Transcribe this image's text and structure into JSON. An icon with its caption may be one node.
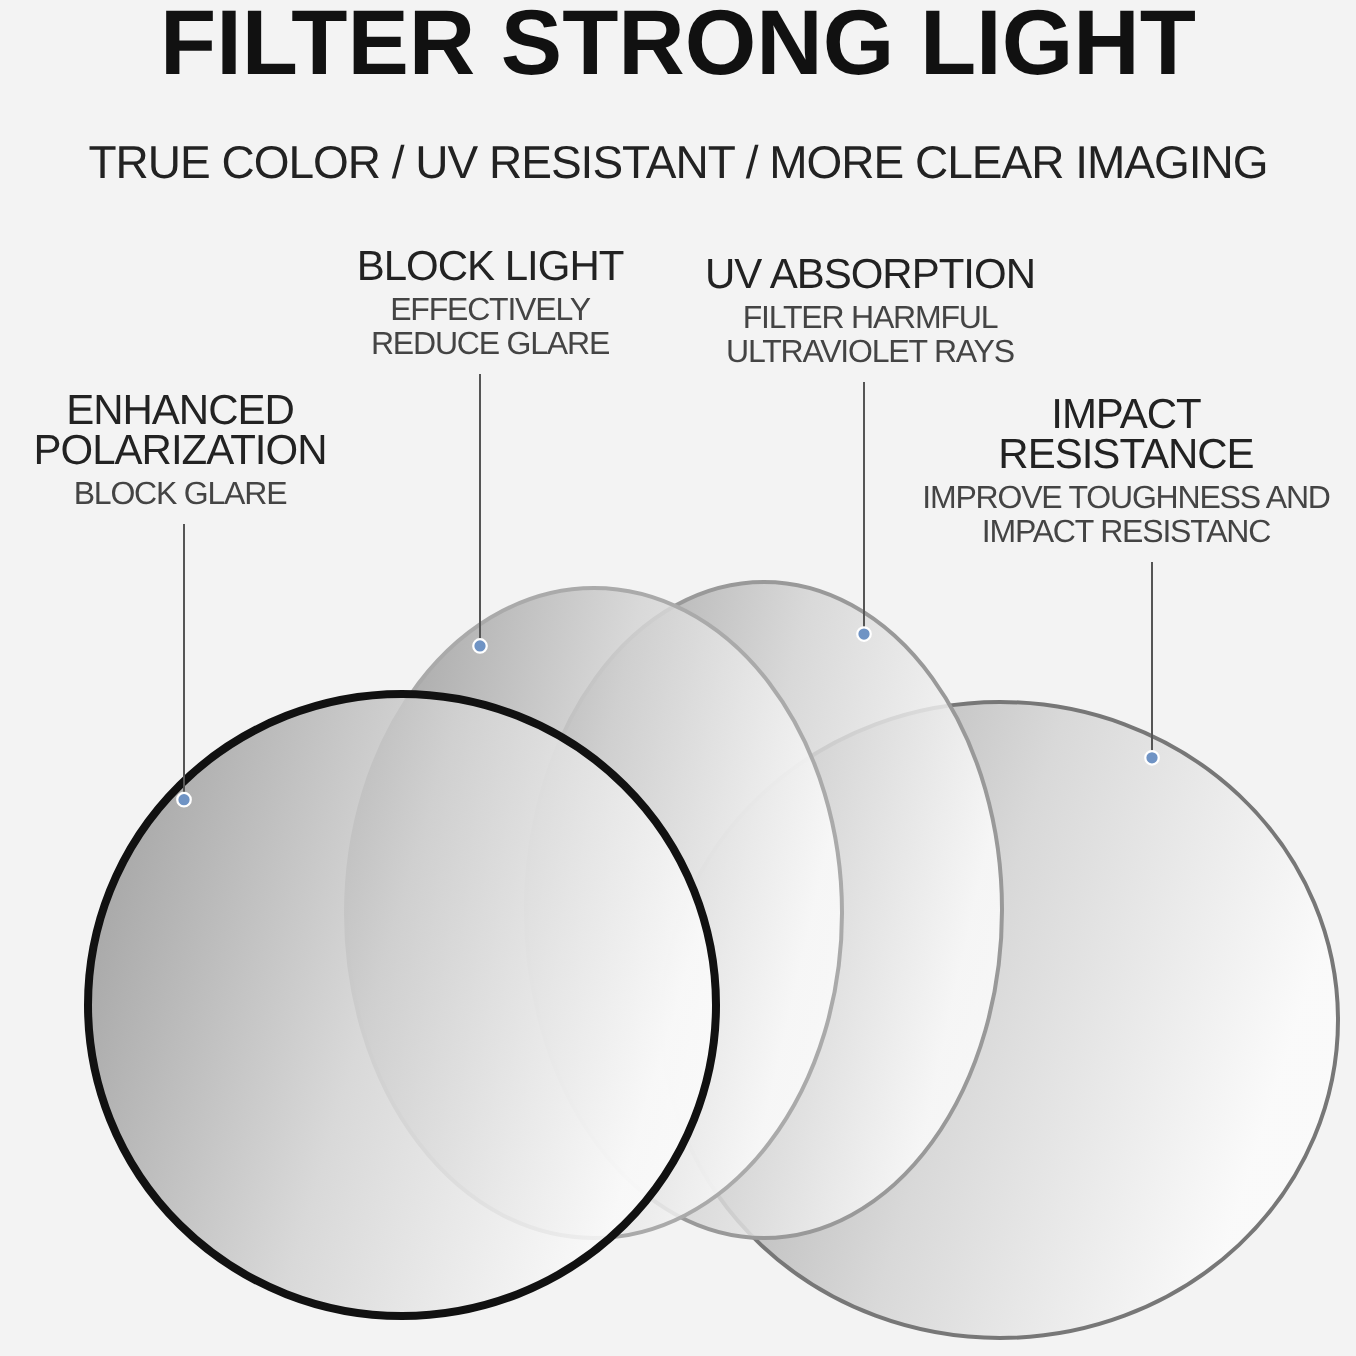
{
  "diagram": {
    "title": "FILTER STRONG LIGHT",
    "nodes": [
      {
        "text": [
          "BLOCK LIGHT",
          "EFFECTIVELY REDUCE GLARE"
        ]
      },
      {
        "text": [
          "UV ABSORPTION",
          "FILTER HARMFUL ULTRAVIOLET RAYS"
        ]
      },
      {
        "text": [
          "ENHANCED POLARIZATION",
          "BLOCK GLARE"
        ]
      },
      {
        "text": [
          "IMPACT RESISTANCE",
          "IMPROVE TOUGHNESS AND IMPACT RESISTANC"
        ]
      },
      {
        "text": [],
        "shape": "picture"
      },
      {
        "text": [],
        "shape": "picture"
      },
      {
        "text": [],
        "shape": "picture"
      },
      {
        "text": [],
        "shape": "picture"
      }
    ],
    "edges": [
      {
        "from": 2,
        "to": 4,
        "arrow": "other"
      },
      {
        "from": 0,
        "to": 5,
        "arrow": "other"
      },
      {
        "from": 1,
        "to": 6,
        "arrow": "other"
      },
      {
        "from": 3,
        "to": 7,
        "arrow": "other"
      }
    ],
    "labels": [
      "TRUE COLOR / UV RESISTANT / MORE CLEAR IMAGING"
    ]
  }
}
